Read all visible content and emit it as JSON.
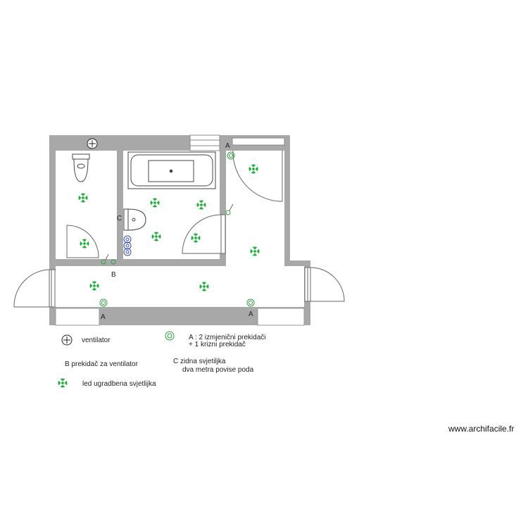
{
  "markers": {
    "a_top": "A",
    "a_bottom_left": "A",
    "a_bottom_right": "A",
    "b_switch": "B",
    "c_lamp": "C"
  },
  "legend": {
    "ventilator": "ventilator",
    "a_line1": "A : 2 izmjenični prekidači",
    "a_line2": "+ 1 krizni prekidač",
    "b_label": "B prekidač za ventilator",
    "c_line1": "C   zidna svjetiljka",
    "c_line2": "dva metra povise poda",
    "led": "led ugradbena svjetlijka"
  },
  "credit": "www.archifacile.fr",
  "colors": {
    "wall": "#a8a8a8",
    "led_green": "#1fae3a",
    "outline": "#555555",
    "switch_green": "#2f9e3f",
    "c_blue": "#3a4fb0"
  },
  "icons": [
    "fan-icon",
    "led-light-icon",
    "switch-icon",
    "wall-lamp-icon",
    "toilet-icon",
    "bathtub-icon",
    "sink-icon"
  ]
}
